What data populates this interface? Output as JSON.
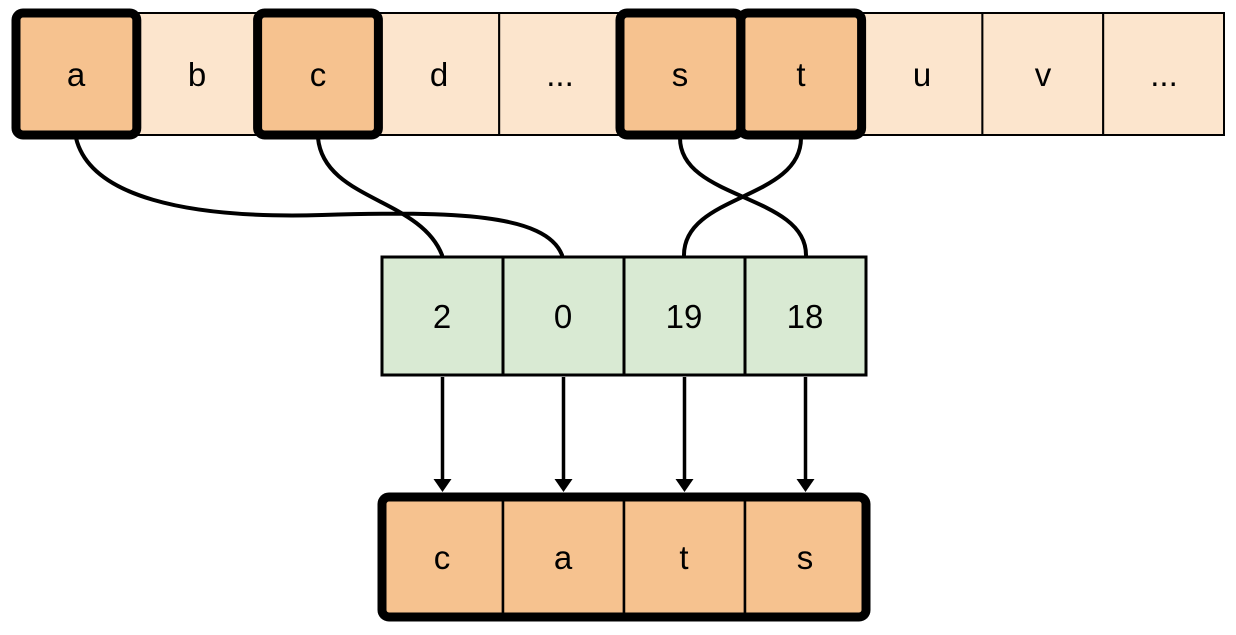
{
  "diagram": {
    "description": "Letters of the alphabet mapped to their indices to spell a word",
    "alphabet_row": {
      "cells": [
        {
          "label": "a",
          "highlighted": true
        },
        {
          "label": "b",
          "highlighted": false
        },
        {
          "label": "c",
          "highlighted": true
        },
        {
          "label": "d",
          "highlighted": false
        },
        {
          "label": "...",
          "highlighted": false
        },
        {
          "label": "s",
          "highlighted": true
        },
        {
          "label": "t",
          "highlighted": true
        },
        {
          "label": "u",
          "highlighted": false
        },
        {
          "label": "v",
          "highlighted": false
        },
        {
          "label": "...",
          "highlighted": false
        }
      ]
    },
    "index_row": {
      "values": [
        "2",
        "0",
        "19",
        "18"
      ]
    },
    "result_row": {
      "letters": [
        "c",
        "a",
        "t",
        "s"
      ]
    },
    "mappings": [
      {
        "from_letter": "a",
        "to_index": "0"
      },
      {
        "from_letter": "c",
        "to_index": "2"
      },
      {
        "from_letter": "s",
        "to_index": "18"
      },
      {
        "from_letter": "t",
        "to_index": "19"
      }
    ],
    "colors": {
      "highlight_fill": "#f6c28f",
      "plain_fill": "#fce5cd",
      "index_fill": "#d9ead3",
      "line": "#000000"
    }
  }
}
